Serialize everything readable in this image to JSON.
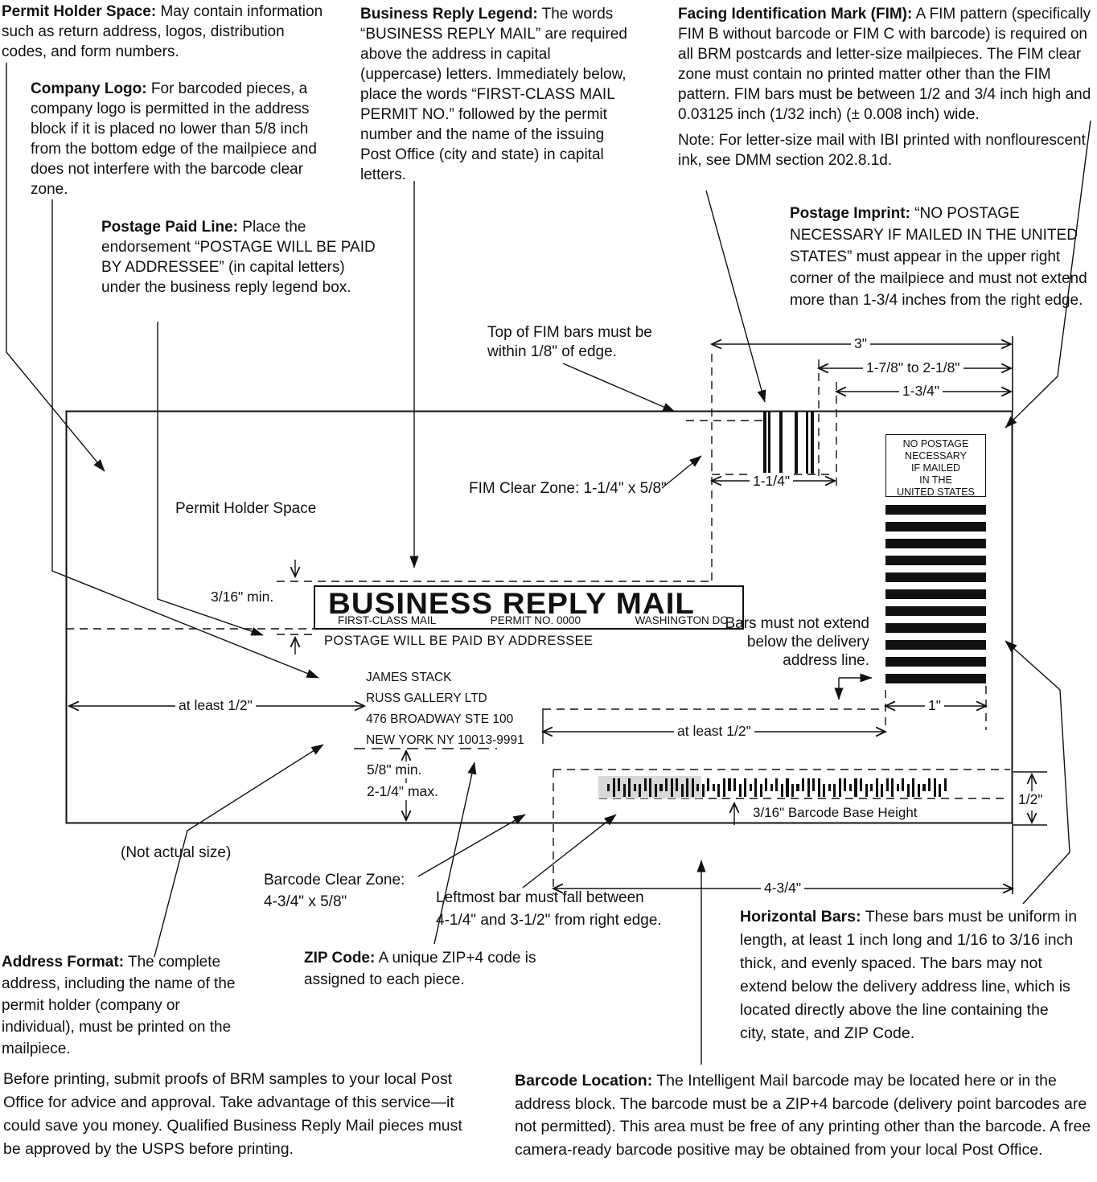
{
  "annotations": {
    "permit_holder": {
      "title": "Permit Holder Space:",
      "body": "May contain information such as return address, logos, distribution codes, and form numbers."
    },
    "company_logo": {
      "title": "Company Logo:",
      "body": "For barcoded pieces, a company logo is permitted in the address block if it is placed no lower than 5/8 inch from the bottom edge of the mailpiece and does not interfere with the barcode clear zone."
    },
    "business_reply_legend": {
      "title": "Business Reply Legend:",
      "body": "The words “BUSINESS REPLY MAIL” are required above the address in capital (uppercase) letters. Immediately below, place the words “FIRST-CLASS MAIL PERMIT NO.” followed by the permit number and the name of the issuing Post Office (city and state) in capital letters."
    },
    "fim": {
      "title": "Facing Identification Mark (FIM):",
      "body": "A FIM pattern (specifically FIM B without barcode or FIM C with barcode) is required on all BRM postcards and letter-size mailpieces.  The FIM clear zone must contain no printed matter other than the FIM pattern. FIM bars must be between 1/2 and 3/4 inch high and 0.03125 inch (1/32 inch) (± 0.008 inch) wide.",
      "note": "Note: For letter-size mail with IBI printed with nonflourescent ink, see DMM section 202.8.1d."
    },
    "postage_paid_line": {
      "title": "Postage Paid Line:",
      "body": "Place the endorsement “POSTAGE WILL BE PAID BY ADDRESSEE” (in capital letters) under the business reply legend box."
    },
    "postage_imprint": {
      "title": "Postage Imprint:",
      "body": "“NO POSTAGE NECESSARY IF MAILED IN THE UNITED STATES” must appear in the upper right corner of the mailpiece and must not extend more than 1-3/4 inches from the right edge."
    },
    "address_format": {
      "title": "Address Format:",
      "body": "The complete address, including the name of the permit holder (company or individual), must be printed on the mailpiece."
    },
    "zip_code": {
      "title": "ZIP Code:",
      "body": "A unique ZIP+4 code is assigned to each piece."
    },
    "horizontal_bars": {
      "title": "Horizontal Bars:",
      "body": "These bars must be uniform in length, at least 1 inch long and 1/16 to 3/16 inch thick, and evenly spaced. The bars may not extend below the delivery address line, which is located directly above the line containing the city, state, and ZIP Code."
    },
    "barcode_location": {
      "title": "Barcode Location:",
      "body": "The Intelligent Mail barcode may be located here or in the address block. The barcode must be a ZIP+4 barcode (delivery point barcodes are not permitted). This area must be free of any printing other than the barcode. A free camera-ready barcode positive may be obtained from your local Post Office."
    },
    "before_printing": {
      "body": "Before printing, submit proofs of BRM samples to your local Post Office for advice and approval. Take advantage of this service—it could save you money. Qualified Business Reply Mail pieces must be approved by the USPS before printing."
    }
  },
  "callouts": {
    "top_of_fim": "Top of FIM bars must be within 1/8\" of edge.",
    "fim_clear_zone": "FIM Clear Zone: 1-1/4\" x 5/8\"",
    "bars_must_not_extend": "Bars must not extend below the delivery address line.",
    "barcode_clear_zone_1": "Barcode Clear Zone:",
    "barcode_clear_zone_2": "4-3/4\" x 5/8\"",
    "leftmost_bar_1": "Leftmost bar must fall between",
    "leftmost_bar_2": "4-1/4\" and 3-1/2\" from right edge.",
    "not_actual_size": "(Not actual size)",
    "permit_holder_space_label": "Permit Holder Space",
    "barcode_base_height": "3/16\" Barcode Base Height"
  },
  "dimensions": {
    "three": "3\"",
    "seven_eighth_range": "1-7/8\" to 2-1/8\"",
    "one_three_quarter": "1-3/4\"",
    "one_one_quarter": "1-1/4\"",
    "one": "1\"",
    "half": "1/2\"",
    "four_three_quarter": "4-3/4\"",
    "at_least_half_left": "at least 1/2\"",
    "at_least_half_right": "at least 1/2\"",
    "five_eighth_min": "5/8\" min.",
    "two_one_quarter_max": "2-1/4\" max.",
    "three_sixteenth_min": "3/16\" min."
  },
  "envelope": {
    "brm_legend": "BUSINESS REPLY MAIL",
    "brm_subline": [
      "FIRST-CLASS MAIL",
      "PERMIT NO. 0000",
      "WASHINGTON DC"
    ],
    "postage_paid": "POSTAGE WILL BE PAID BY ADDRESSEE",
    "address": [
      "JAMES STACK",
      "RUSS GALLERY LTD",
      "476 BROADWAY STE 100",
      "NEW YORK NY  10013-9991"
    ],
    "no_postage": [
      "NO POSTAGE",
      "NECESSARY",
      "IF MAILED",
      "IN THE",
      "UNITED STATES"
    ]
  },
  "graphics": {
    "horizontal_bar_count": 11,
    "fim_bars": [
      [
        949,
        4
      ],
      [
        955,
        3
      ],
      [
        969,
        4
      ],
      [
        988,
        4
      ],
      [
        1002,
        3
      ],
      [
        1008,
        4
      ]
    ],
    "imb_pattern": "TFADFTDAFDTAFADFFTDATDFAADFTFDATADFDTAFAFDTDFATFADTFDAFTADFDTAFDA"
  }
}
